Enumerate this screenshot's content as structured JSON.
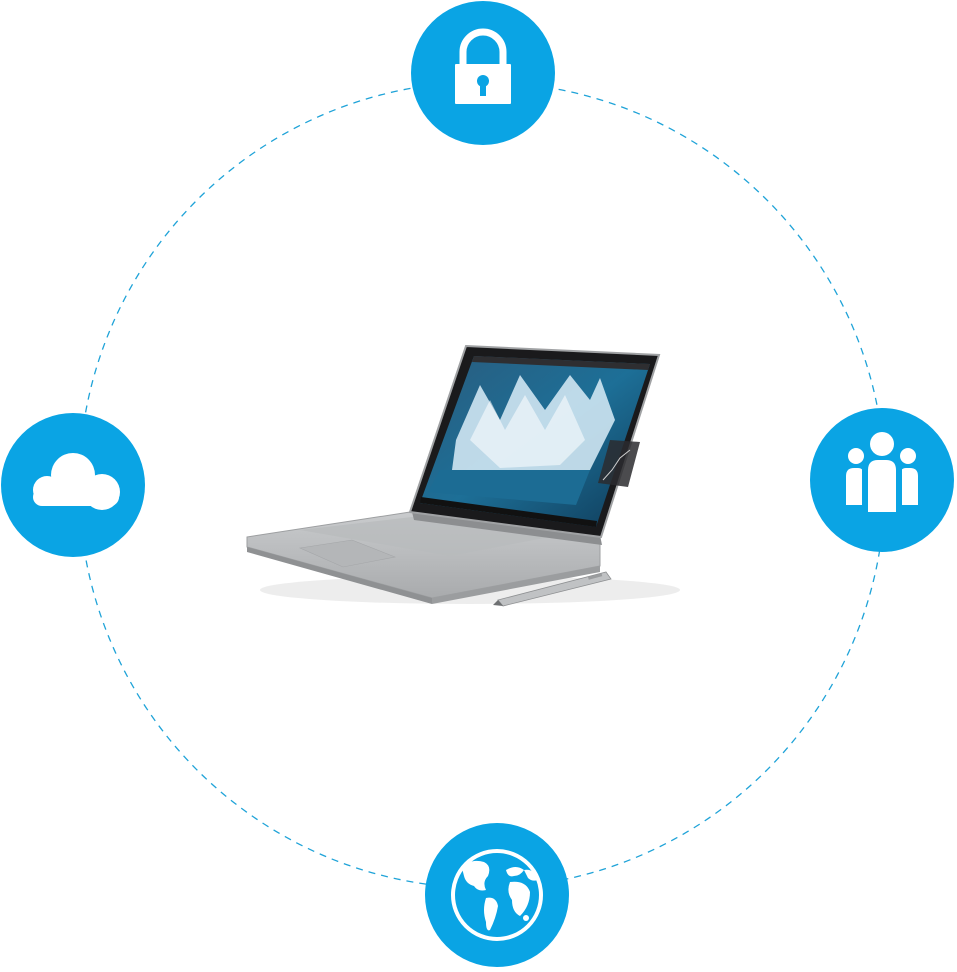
{
  "colors": {
    "accent": "#0aa4e4",
    "ring": "#1fa3d8",
    "icon_fill": "#ffffff"
  },
  "nodes": [
    {
      "id": "security",
      "icon": "padlock-icon"
    },
    {
      "id": "people",
      "icon": "people-group-icon"
    },
    {
      "id": "internet",
      "icon": "globe-icon"
    },
    {
      "id": "cloud",
      "icon": "cloud-icon"
    }
  ],
  "center": {
    "icon": "laptop-with-pen-illustration"
  }
}
